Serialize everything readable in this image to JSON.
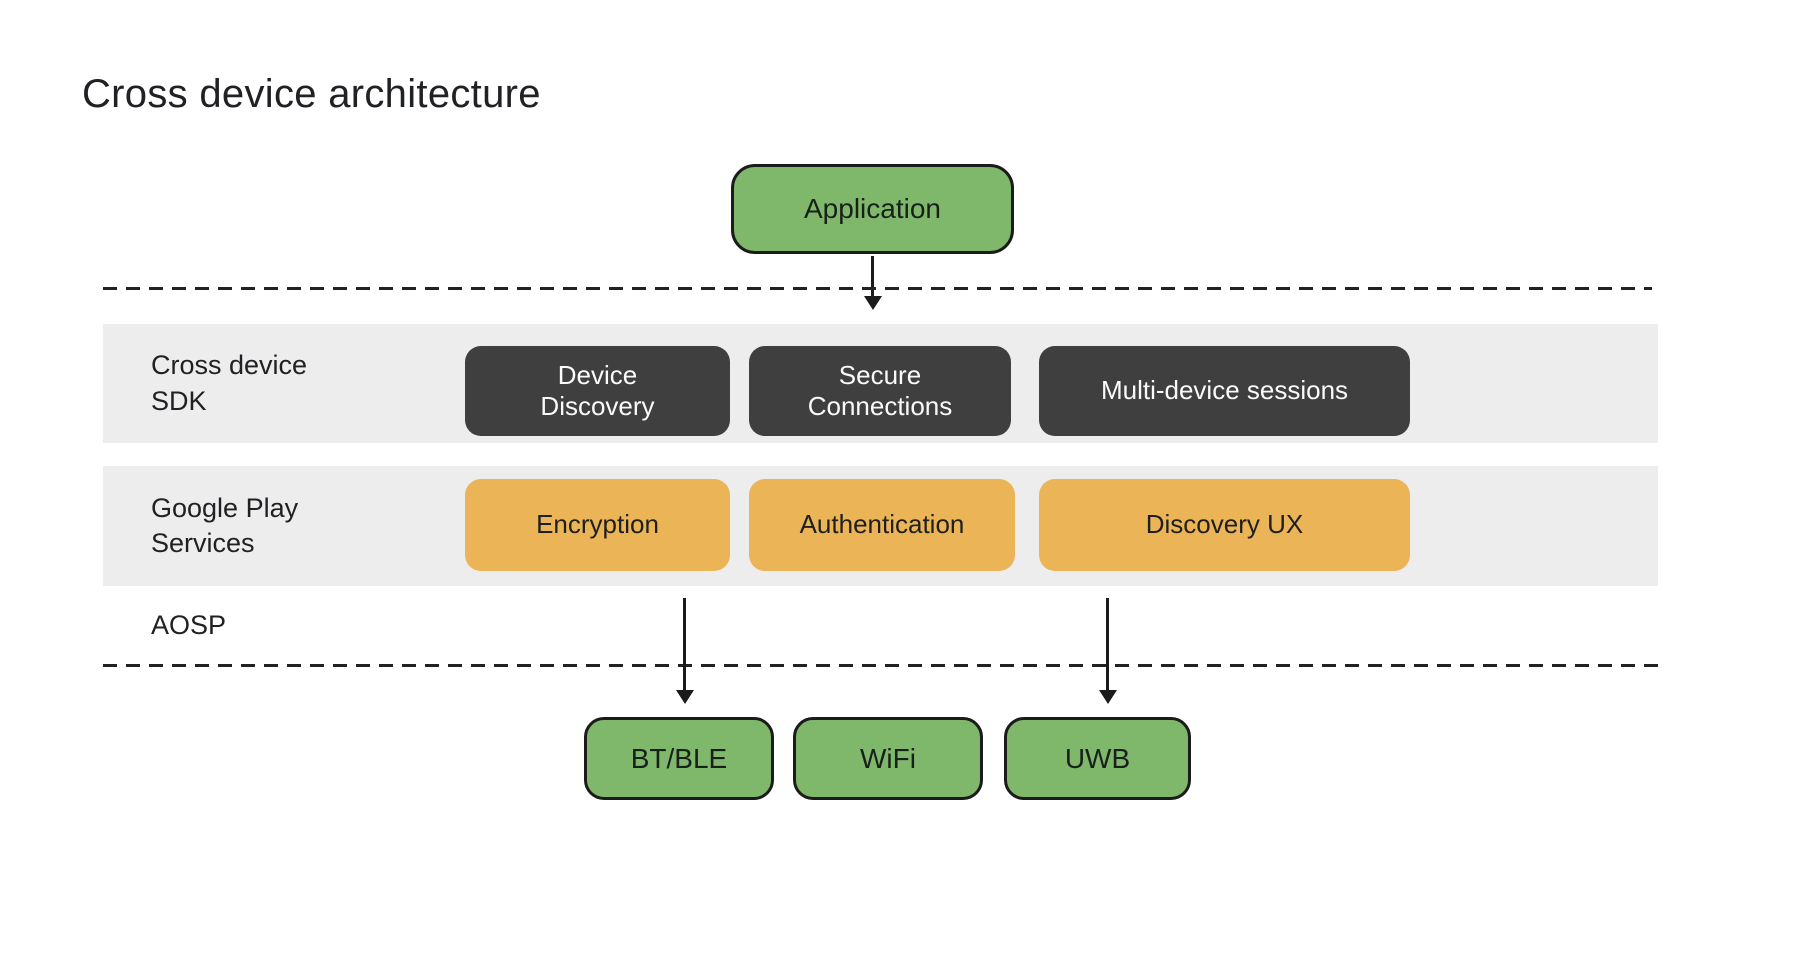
{
  "title": "Cross device architecture",
  "nodes": {
    "application": "Application",
    "bt_ble": "BT/BLE",
    "wifi": "WiFi",
    "uwb": "UWB"
  },
  "layers": {
    "sdk": {
      "label": "Cross device\nSDK",
      "boxes": [
        "Device\nDiscovery",
        "Secure\nConnections",
        "Multi-device sessions"
      ]
    },
    "gps": {
      "label": "Google Play\nServices",
      "boxes": [
        "Encryption",
        "Authentication",
        "Discovery UX"
      ]
    },
    "aosp": {
      "label": "AOSP"
    }
  },
  "colors": {
    "node_green": "#7fb86b",
    "node_orange": "#ebb557",
    "node_dark": "#3f3f3f",
    "band_gray": "#ededed",
    "text_dark": "#202124",
    "text_light": "#fafafa",
    "line_black": "#1b1b1b"
  }
}
